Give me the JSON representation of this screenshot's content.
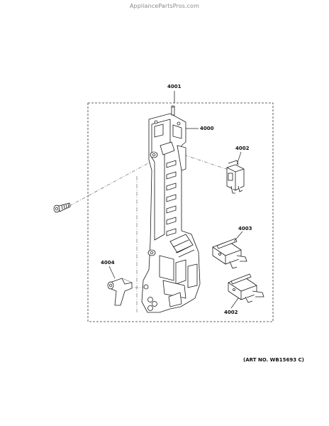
{
  "header": {
    "watermark": "AppliancePartsPros.com"
  },
  "diagram": {
    "callouts": {
      "assembly": "4001",
      "bracket": "4000",
      "switch_top": "4002",
      "switch_middle": "4003",
      "switch_bottom": "4002",
      "lever": "4004"
    },
    "art_number": "(ART NO. WB15693 C)"
  },
  "colors": {
    "line": "#1a1a1a",
    "dashed_frame": "#333333",
    "watermark": "#8a8a8a"
  }
}
